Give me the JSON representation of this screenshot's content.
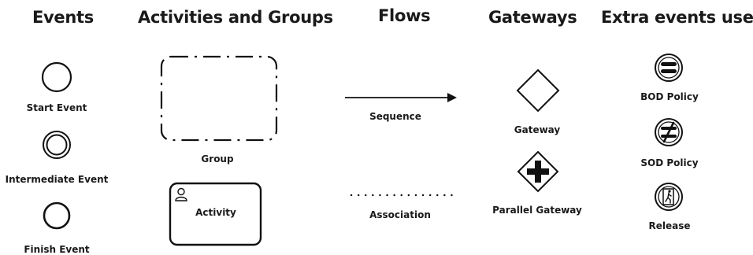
{
  "columns": {
    "events": {
      "heading": "Events",
      "items": [
        "Start Event",
        "Intermediate Event",
        "Finish Event"
      ]
    },
    "activities": {
      "heading": "Activities and Groups",
      "items": [
        "Group",
        "Activity"
      ]
    },
    "flows": {
      "heading": "Flows",
      "items": [
        "Sequence",
        "Association"
      ]
    },
    "gateways": {
      "heading": "Gateways",
      "items": [
        "Gateway",
        "Parallel Gateway"
      ]
    },
    "extra": {
      "heading": "Extra events used",
      "items": [
        "BOD Policy",
        "SOD Policy",
        "Release"
      ]
    }
  }
}
